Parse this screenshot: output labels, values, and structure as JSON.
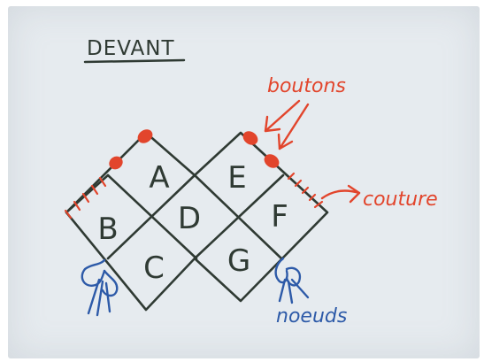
{
  "title": "DEVANT",
  "cells": [
    {
      "id": "A",
      "label": "A"
    },
    {
      "id": "B",
      "label": "B"
    },
    {
      "id": "C",
      "label": "C"
    },
    {
      "id": "D",
      "label": "D"
    },
    {
      "id": "E",
      "label": "E"
    },
    {
      "id": "F",
      "label": "F"
    },
    {
      "id": "G",
      "label": "G"
    }
  ],
  "annotations": {
    "buttons": "boutons",
    "seam": "couture",
    "knots": "noeuds"
  },
  "colors": {
    "ink": "#2f3a33",
    "red": "#e2452c",
    "blue": "#2d5aa8",
    "paper": "#e6ebef"
  }
}
